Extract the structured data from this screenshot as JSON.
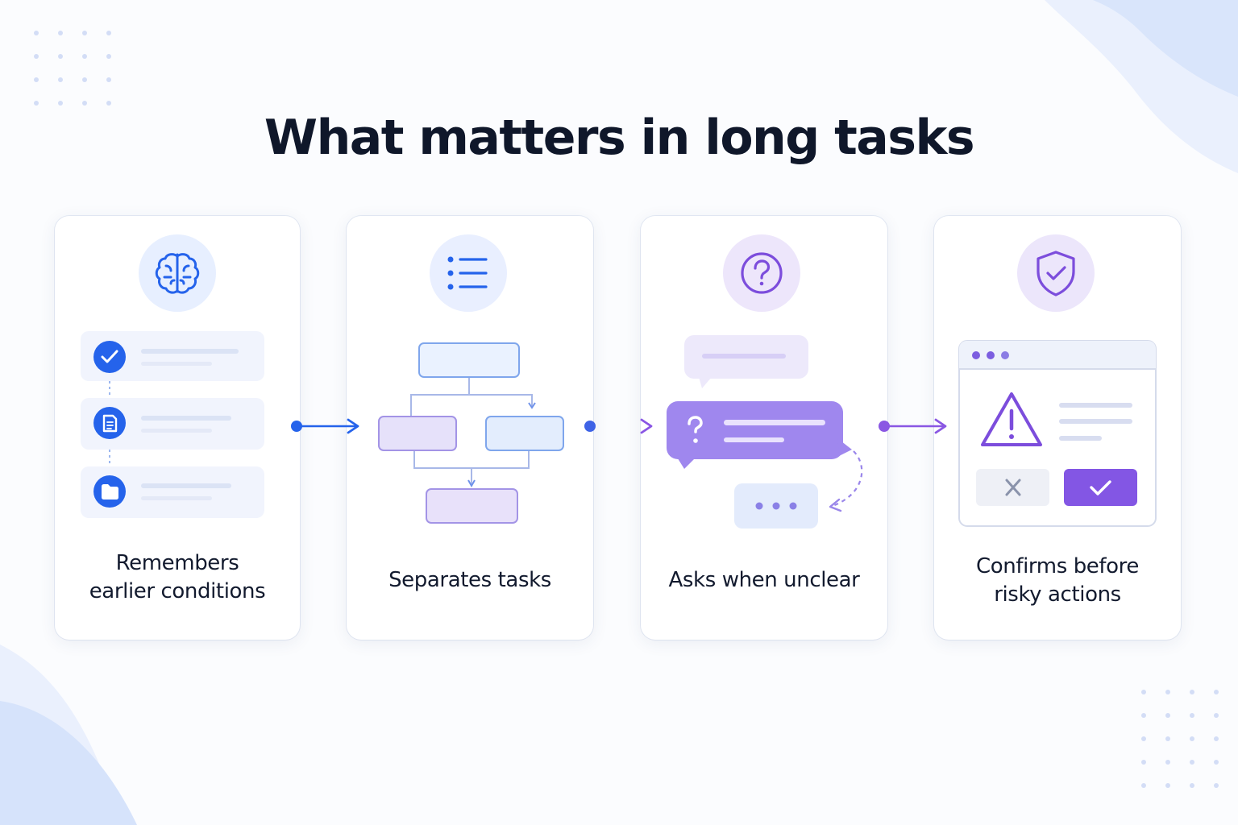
{
  "title": "What matters in long tasks",
  "colors": {
    "blue": "#2563eb",
    "purple": "#7c4ddc",
    "light_blue": "#e7efff",
    "light_purple": "#ede6fb"
  },
  "steps": [
    {
      "icon": "brain-icon",
      "label_lines": [
        "Remembers",
        "earlier conditions"
      ]
    },
    {
      "icon": "list-icon",
      "label_lines": [
        "Separates tasks"
      ]
    },
    {
      "icon": "question-icon",
      "label_lines": [
        "Asks when unclear"
      ]
    },
    {
      "icon": "shield-check-icon",
      "label_lines": [
        "Confirms before",
        "risky actions"
      ]
    }
  ],
  "memory_items": [
    {
      "icon": "check-circle-icon"
    },
    {
      "icon": "document-icon"
    },
    {
      "icon": "folder-icon"
    }
  ],
  "dialog_buttons": [
    {
      "icon": "cancel-x-icon"
    },
    {
      "icon": "confirm-check-icon"
    }
  ]
}
